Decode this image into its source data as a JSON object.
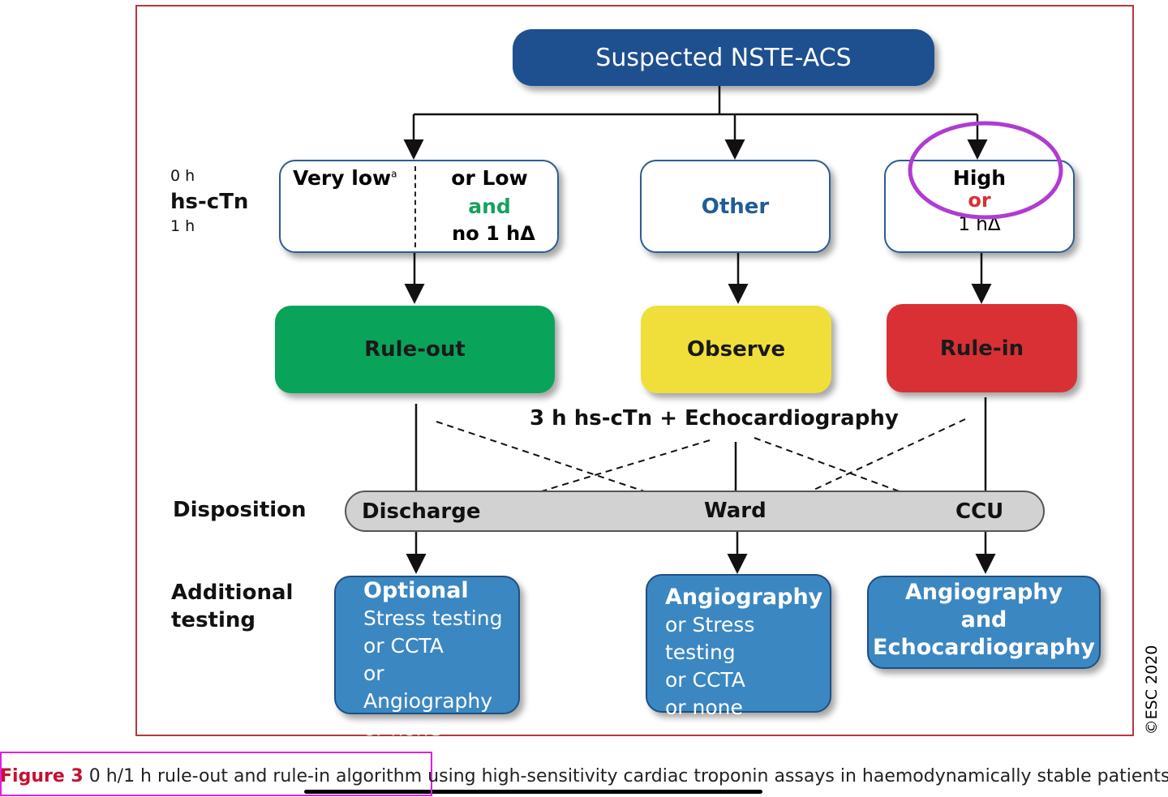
{
  "top": {
    "title": "Suspected NSTE-ACS"
  },
  "left_labels": {
    "t0": "0 h",
    "hs": "hs-cTn",
    "t1": "1 h",
    "disposition": "Disposition",
    "additional": "Additional testing"
  },
  "boxes": {
    "low": {
      "very_low": "Very low",
      "sup": "a",
      "or_low": "or Low",
      "and": "and",
      "no": "no 1 hΔ"
    },
    "other": "Other",
    "high": {
      "high": "High",
      "or": "or",
      "delta": "1 hΔ"
    }
  },
  "outcomes": {
    "rule_out": "Rule-out",
    "observe": "Observe",
    "rule_in": "Rule-in"
  },
  "middle_label": "3 h hs-cTn + Echocardiography",
  "disposition": {
    "discharge": "Discharge",
    "ward": "Ward",
    "ccu": "CCU"
  },
  "testing": {
    "left": {
      "title": "Optional",
      "lines": [
        "Stress testing",
        "or CCTA",
        "or Angiography",
        "or none"
      ]
    },
    "middle": {
      "title": "Angiography",
      "lines": [
        "or Stress testing",
        "or CCTA",
        "or none"
      ]
    },
    "right": {
      "lines": [
        "Angiography",
        "and",
        "Echocardiography"
      ]
    }
  },
  "copyright": "©ESC 2020",
  "caption": {
    "label": "Figure 3",
    "text_before": "0 h/1 h rule-out and rule-in algorithm using high-sensitivity cardiac troponin",
    "text_after": "assays in haemodynamically stable patients pres"
  },
  "colors": {
    "frame": "#b5383c",
    "top": "#1e4f8f",
    "rule_out": "#0aa35a",
    "observe": "#f0df3b",
    "rule_in": "#d93035",
    "testing": "#3b87c2",
    "highlight": "#b03cd0"
  }
}
